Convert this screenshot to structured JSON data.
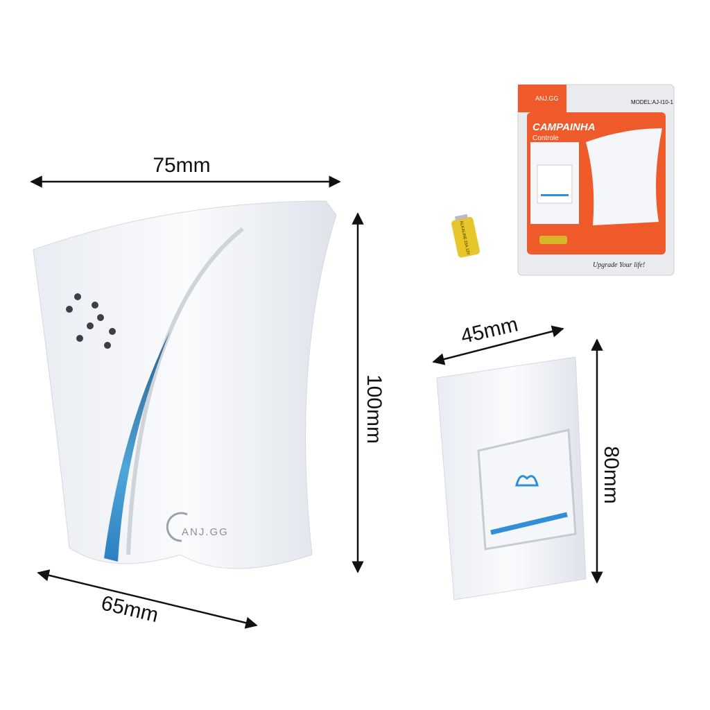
{
  "dimensions": {
    "chime_width": "75mm",
    "chime_height": "100mm",
    "chime_depth": "65mm",
    "button_width": "45mm",
    "button_height": "80mm"
  },
  "brand": {
    "logo": "ANJ.GG"
  },
  "package": {
    "model": "MODEL:AJ-I10-1",
    "title": "CAMPAINHA",
    "subtitle": "Controle",
    "slogan": "Upgrade Your life!"
  },
  "battery": {
    "label": "ALKALINE 23A 12V"
  },
  "colors": {
    "accent_blue": "#2f8fd8",
    "package_orange": "#ee5a2a",
    "arrow": "#111111"
  }
}
